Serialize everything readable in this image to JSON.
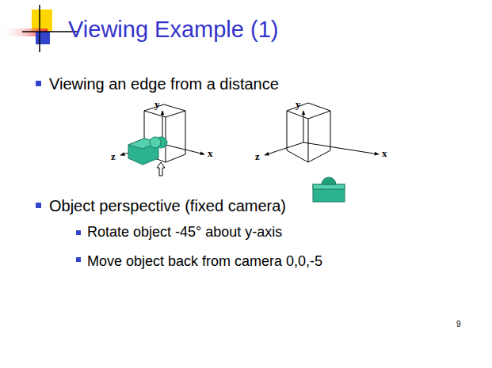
{
  "diagram": {
    "title": "Viewing Example (1)",
    "labels": [
      "Viewing an edge from a distance",
      "y",
      "x",
      "z",
      "y",
      "x",
      "z",
      "Object perspective (fixed camera)",
      "Rotate object -45° about y-axis",
      "Move object back from camera 0,0,-5",
      "9"
    ]
  }
}
